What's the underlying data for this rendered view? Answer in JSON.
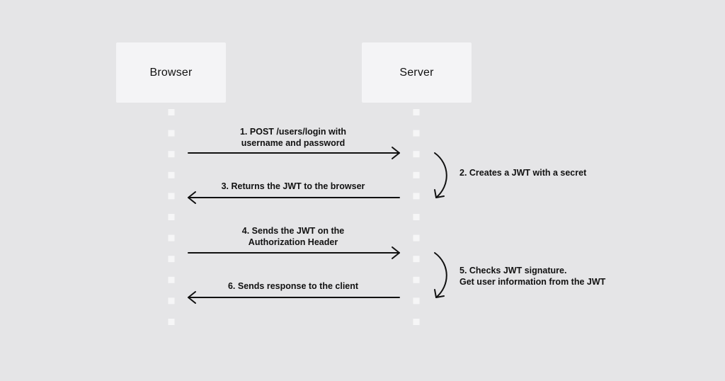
{
  "actors": {
    "browser": "Browser",
    "server": "Server"
  },
  "messages": {
    "m1": [
      "1. POST /users/login with",
      "username and password"
    ],
    "m2": [
      "2. Creates a JWT with a secret"
    ],
    "m3": [
      "3. Returns the JWT to the browser"
    ],
    "m4": [
      "4. Sends the JWT on the",
      "Authorization Header"
    ],
    "m5": [
      "5. Checks JWT signature.",
      "Get user information from the JWT"
    ],
    "m6": [
      "6. Sends response to the client"
    ]
  },
  "colors": {
    "background": "#e5e5e7",
    "actor_box": "#f4f4f6",
    "lifeline": "#f6f6f7",
    "ink": "#111111"
  }
}
